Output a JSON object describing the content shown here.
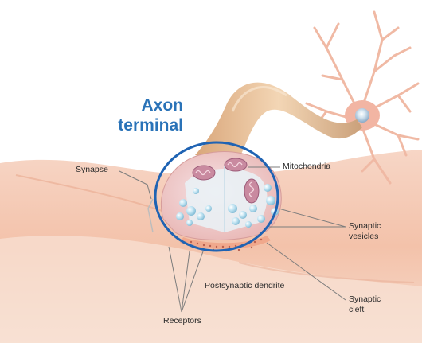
{
  "title": {
    "line1": "Axon",
    "line2": "terminal"
  },
  "labels": {
    "synapse": "Synapse",
    "mitochondria": "Mitochondria",
    "synaptic_vesicles_line1": "Synaptic",
    "synaptic_vesicles_line2": "vesicles",
    "postsynaptic_dendrite": "Postsynaptic dendrite",
    "synaptic_cleft_line1": "Synaptic",
    "synaptic_cleft_line2": "cleft",
    "receptors": "Receptors"
  },
  "colors": {
    "highlight_circle": "#1f63b3",
    "title_text": "#2a73b8",
    "tissue": "#f3c4ab",
    "axon": "#e9c29a",
    "neuron_cell": "#f1b7a6",
    "vesicle": "#a8d6e8"
  }
}
